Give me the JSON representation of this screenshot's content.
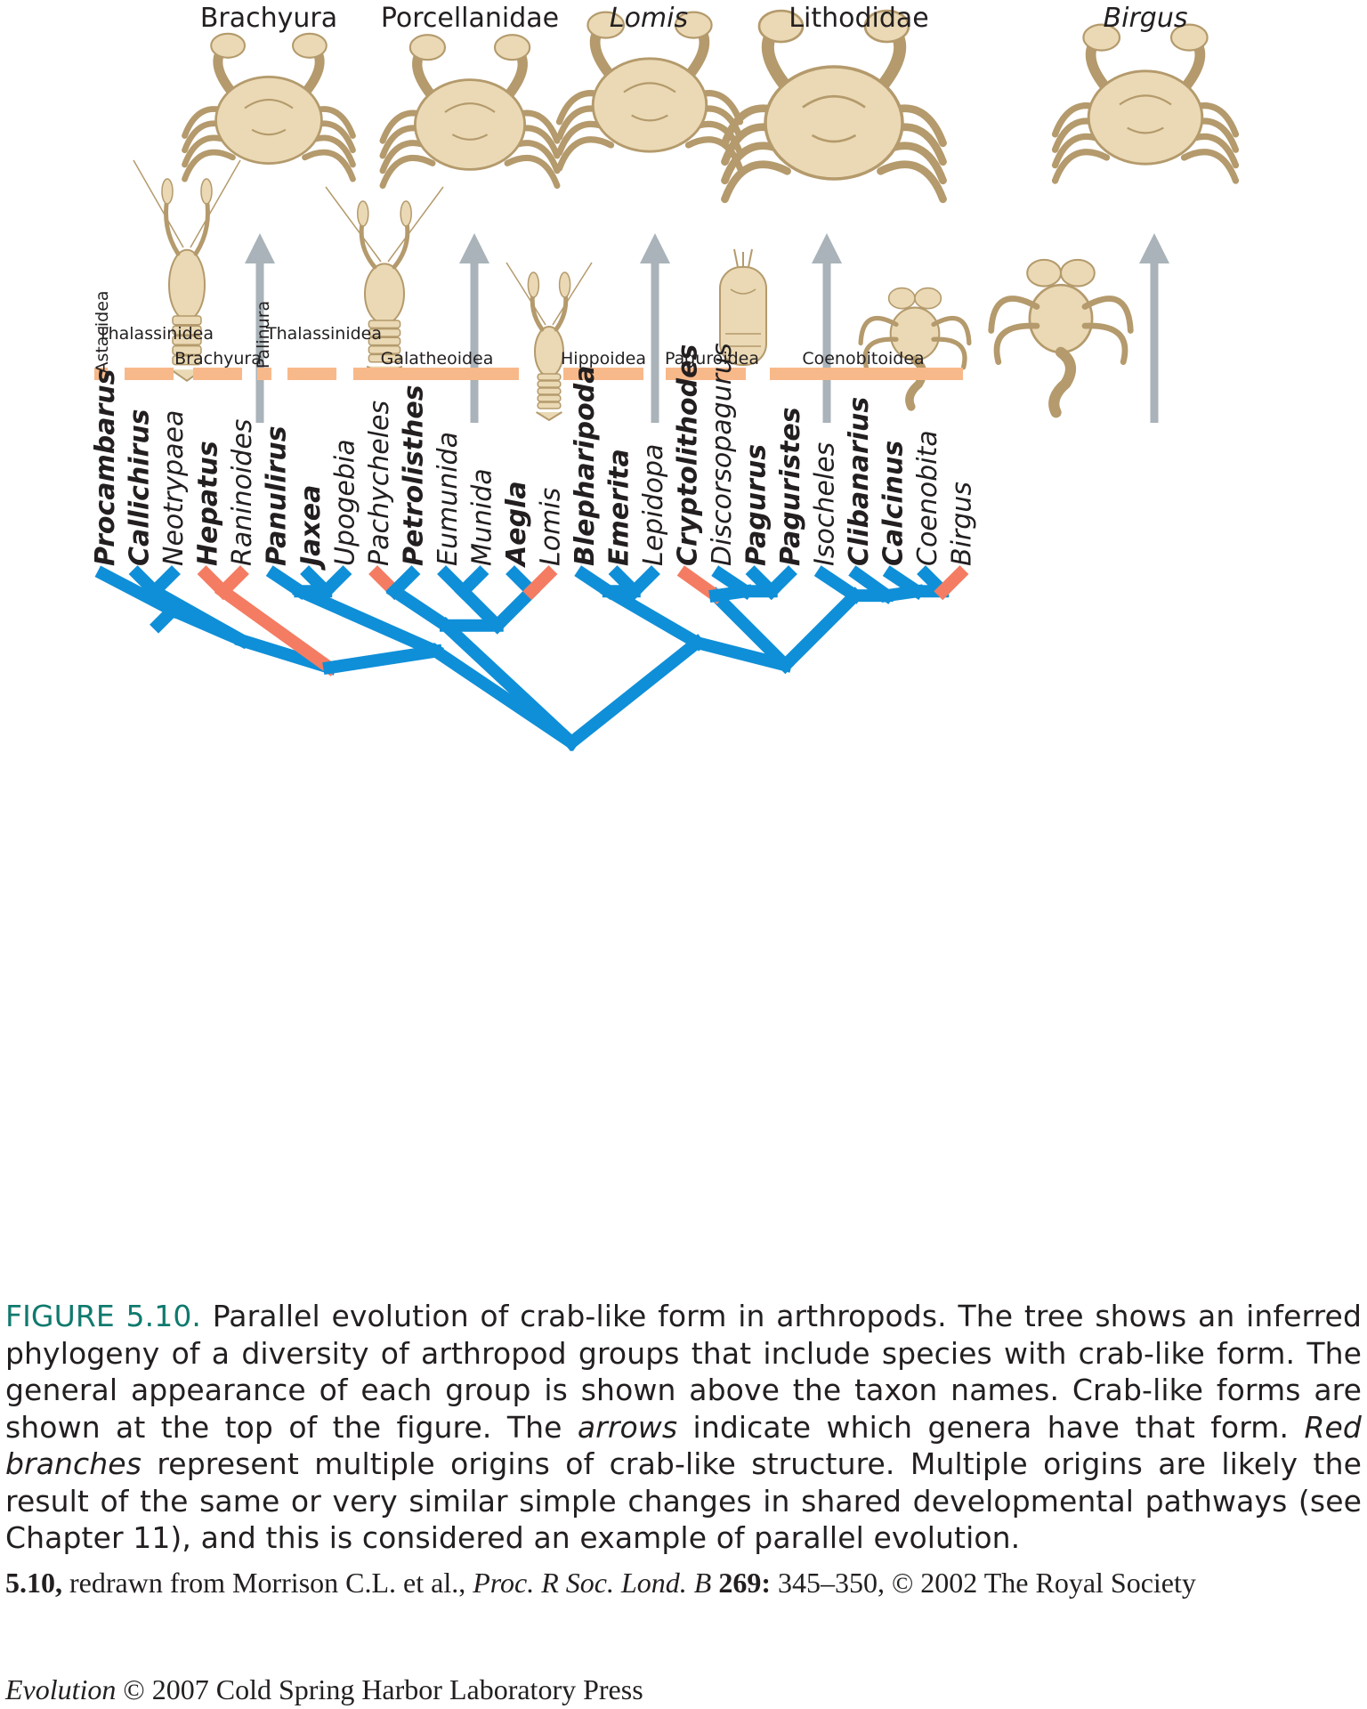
{
  "crab_forms": [
    {
      "label": "Brachyura",
      "italic": false
    },
    {
      "label": "Porcellanidae",
      "italic": false
    },
    {
      "label": "Lomis",
      "italic": true
    },
    {
      "label": "Lithodidae",
      "italic": false
    },
    {
      "label": "Birgus",
      "italic": true
    }
  ],
  "group_labels": [
    {
      "label": "Astacidea",
      "vertical": true
    },
    {
      "label": "Thalassinidea",
      "vertical": false
    },
    {
      "label": "Brachyura",
      "vertical": false
    },
    {
      "label": "Palinura",
      "vertical": true
    },
    {
      "label": "Thalassinidea",
      "vertical": false
    },
    {
      "label": "Galatheoidea",
      "vertical": false
    },
    {
      "label": "Hippoidea",
      "vertical": false
    },
    {
      "label": "Paguroidea",
      "vertical": false
    },
    {
      "label": "Coenobitoidea",
      "vertical": false
    }
  ],
  "taxa": [
    {
      "name": "Procambarus",
      "bold": true
    },
    {
      "name": "Callichirus",
      "bold": true
    },
    {
      "name": "Neotrypaea",
      "bold": false
    },
    {
      "name": "Hepatus",
      "bold": true
    },
    {
      "name": "Raninoides",
      "bold": false
    },
    {
      "name": "Panulirus",
      "bold": true
    },
    {
      "name": "Jaxea",
      "bold": true
    },
    {
      "name": "Upogebia",
      "bold": false
    },
    {
      "name": "Pachycheles",
      "bold": false
    },
    {
      "name": "Petrolisthes",
      "bold": true
    },
    {
      "name": "Eumunida",
      "bold": false
    },
    {
      "name": "Munida",
      "bold": false
    },
    {
      "name": "Aegla",
      "bold": true
    },
    {
      "name": "Lomis",
      "bold": false
    },
    {
      "name": "Blepharipoda",
      "bold": true
    },
    {
      "name": "Emerita",
      "bold": true
    },
    {
      "name": "Lepidopa",
      "bold": false
    },
    {
      "name": "Cryptolithodes",
      "bold": true
    },
    {
      "name": "Discorsopagurus",
      "bold": false
    },
    {
      "name": "Pagurus",
      "bold": true
    },
    {
      "name": "Paguristes",
      "bold": true
    },
    {
      "name": "Isocheles",
      "bold": false
    },
    {
      "name": "Clibanarius",
      "bold": true
    },
    {
      "name": "Calcinus",
      "bold": true
    },
    {
      "name": "Coenobita",
      "bold": false
    },
    {
      "name": "Birgus",
      "bold": false
    }
  ],
  "colors": {
    "branch_blue": "#0f8fd8",
    "branch_red": "#f47c62",
    "group_bar": "#f8b98a",
    "arrow_gray": "#a9b3b9",
    "animal_fill": "#ead9b4",
    "animal_stroke": "#b49a6c",
    "figure_label": "#0f7a6e"
  },
  "caption": {
    "figure_label": "FIGURE 5.10.",
    "text_1": " Parallel evolution of crab-like form in arthropods. The tree shows an inferred phylogeny of a diversity of arthropod groups that include species with crab-like form. The general appearance of each group is shown above the taxon names. Crab-like forms are shown at the top of the figure. The ",
    "arrows_word": "arrows",
    "text_2": " indicate which genera have that form. ",
    "red_branches": "Red branches",
    "text_3": " represent multiple origins of crab-like structure. Multiple origins are likely the result of the same or very similar simple changes in shared developmental pathways (see Chapter 11), and this is considered an example of parallel evolution."
  },
  "credit": {
    "fig_ref": "5.10,",
    "text_1": " redrawn from Morrison C.L. et al., ",
    "journal": "Proc. R Soc. Lond. B",
    "volume": " 269:",
    "text_2": " 345–350,  © 2002 The Royal Society"
  },
  "copyright": {
    "book": "Evolution",
    "text": " © 2007 Cold Spring Harbor Laboratory Press"
  }
}
